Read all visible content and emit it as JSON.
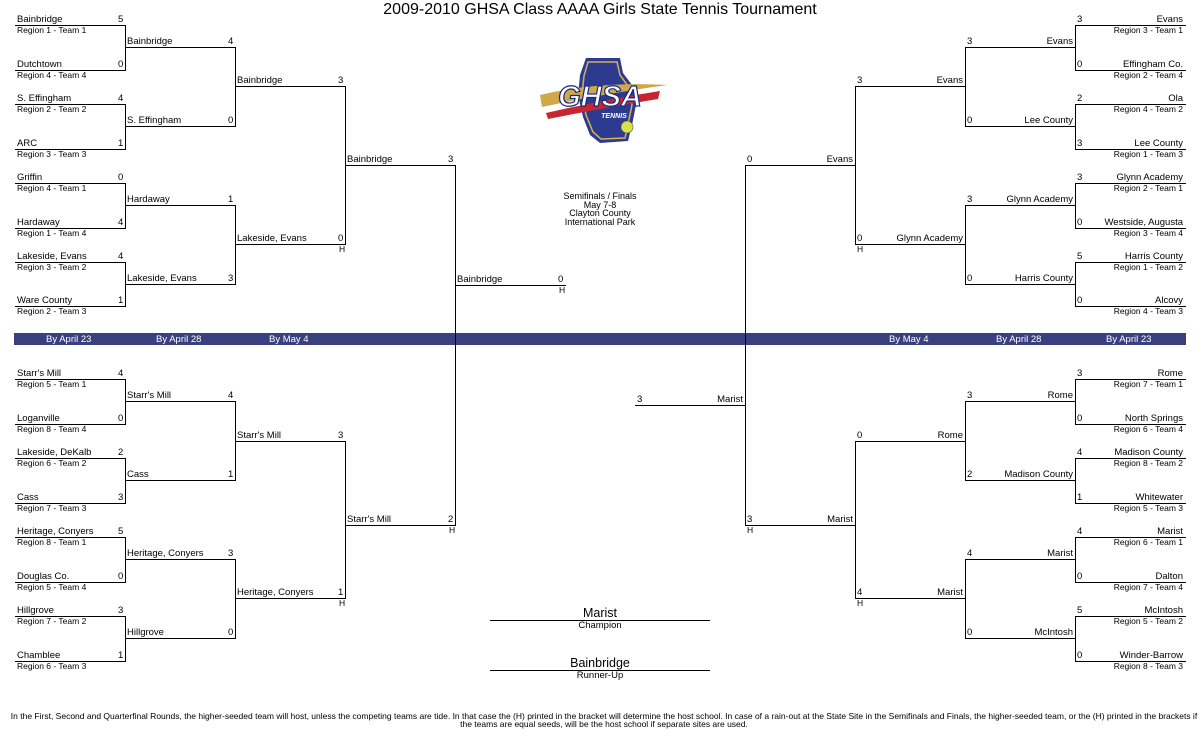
{
  "title": "2009-2010 GHSA Class AAAA Girls State Tennis Tournament",
  "logo": {
    "text": "GHSA",
    "subtext": "TENNIS"
  },
  "rounds": [
    "By April 23",
    "By April 28",
    "By May 4",
    "By May 4",
    "By April 28",
    "By April 23"
  ],
  "finals_info": [
    "Semifinals / Finals",
    "May 7-8",
    "Clayton County",
    "International Park"
  ],
  "first_round": {
    "left_top": [
      {
        "team": "Bainbridge",
        "region": "Region 1 - Team 1",
        "score": "5"
      },
      {
        "team": "Dutchtown",
        "region": "Region 4 - Team 4",
        "score": "0"
      },
      {
        "team": "S. Effingham",
        "region": "Region 2 - Team 2",
        "score": "4"
      },
      {
        "team": "ARC",
        "region": "Region 3 - Team 3",
        "score": "1"
      },
      {
        "team": "Griffin",
        "region": "Region 4 - Team 1",
        "score": "0"
      },
      {
        "team": "Hardaway",
        "region": "Region 1 - Team 4",
        "score": "4"
      },
      {
        "team": "Lakeside, Evans",
        "region": "Region 3 - Team 2",
        "score": "4"
      },
      {
        "team": "Ware County",
        "region": "Region 2 - Team 3",
        "score": "1"
      }
    ],
    "left_bottom": [
      {
        "team": "Starr's Mill",
        "region": "Region 5 - Team 1",
        "score": "4"
      },
      {
        "team": "Loganville",
        "region": "Region 8 - Team 4",
        "score": "0"
      },
      {
        "team": "Lakeside, DeKalb",
        "region": "Region 6 - Team 2",
        "score": "2"
      },
      {
        "team": "Cass",
        "region": "Region 7 - Team 3",
        "score": "3"
      },
      {
        "team": "Heritage, Conyers",
        "region": "Region 8 - Team 1",
        "score": "5"
      },
      {
        "team": "Douglas Co.",
        "region": "Region 5 - Team 4",
        "score": "0"
      },
      {
        "team": "Hillgrove",
        "region": "Region 7 - Team 2",
        "score": "3"
      },
      {
        "team": "Chamblee",
        "region": "Region 6 - Team 3",
        "score": "1"
      }
    ],
    "right_top": [
      {
        "team": "Evans",
        "region": "Region 3 - Team 1",
        "score": "3"
      },
      {
        "team": "Effingham Co.",
        "region": "Region 2 - Team 4",
        "score": "0"
      },
      {
        "team": "Ola",
        "region": "Region 4 - Team 2",
        "score": "2"
      },
      {
        "team": "Lee County",
        "region": "Region 1 - Team 3",
        "score": "3"
      },
      {
        "team": "Glynn Academy",
        "region": "Region 2 - Team 1",
        "score": "3"
      },
      {
        "team": "Westside, Augusta",
        "region": "Region 3 - Team 4",
        "score": "0"
      },
      {
        "team": "Harris County",
        "region": "Region 1 - Team 2",
        "score": "5"
      },
      {
        "team": "Alcovy",
        "region": "Region 4 - Team 3",
        "score": "0"
      }
    ],
    "right_bottom": [
      {
        "team": "Rome",
        "region": "Region 7 - Team 1",
        "score": "3"
      },
      {
        "team": "North Springs",
        "region": "Region 6 - Team 4",
        "score": "0"
      },
      {
        "team": "Madison County",
        "region": "Region 8 - Team 2",
        "score": "4"
      },
      {
        "team": "Whitewater",
        "region": "Region 5 - Team 3",
        "score": "1"
      },
      {
        "team": "Marist",
        "region": "Region 6 - Team 1",
        "score": "4"
      },
      {
        "team": "Dalton",
        "region": "Region 7 - Team 4",
        "score": "0"
      },
      {
        "team": "McIntosh",
        "region": "Region 5 - Team 2",
        "score": "5"
      },
      {
        "team": "Winder-Barrow",
        "region": "Region 8 - Team 3",
        "score": "0"
      }
    ]
  },
  "second_round": {
    "left": [
      {
        "team": "Bainbridge",
        "score": "4"
      },
      {
        "team": "S. Effingham",
        "score": "0"
      },
      {
        "team": "Hardaway",
        "score": "1"
      },
      {
        "team": "Lakeside, Evans",
        "score": "3"
      },
      {
        "team": "Starr's Mill",
        "score": "4"
      },
      {
        "team": "Cass",
        "score": "1"
      },
      {
        "team": "Heritage, Conyers",
        "score": "3"
      },
      {
        "team": "Hillgrove",
        "score": "0"
      }
    ],
    "right": [
      {
        "team": "Evans",
        "score": "3"
      },
      {
        "team": "Lee County",
        "score": "0"
      },
      {
        "team": "Glynn Academy",
        "score": "3"
      },
      {
        "team": "Harris County",
        "score": "0"
      },
      {
        "team": "Rome",
        "score": "3"
      },
      {
        "team": "Madison County",
        "score": "2"
      },
      {
        "team": "Marist",
        "score": "4"
      },
      {
        "team": "McIntosh",
        "score": "0"
      }
    ]
  },
  "quarterfinals": {
    "left": [
      {
        "team": "Bainbridge",
        "score": "3",
        "host": ""
      },
      {
        "team": "Lakeside, Evans",
        "score": "0",
        "host": "H"
      },
      {
        "team": "Starr's Mill",
        "score": "3",
        "host": ""
      },
      {
        "team": "Heritage, Conyers",
        "score": "1",
        "host": "H"
      }
    ],
    "right": [
      {
        "team": "Evans",
        "score": "3",
        "host": ""
      },
      {
        "team": "Glynn Academy",
        "score": "0",
        "host": "H"
      },
      {
        "team": "Rome",
        "score": "0",
        "host": ""
      },
      {
        "team": "Marist",
        "score": "4",
        "host": "H"
      }
    ]
  },
  "semifinals": {
    "left": [
      {
        "team": "Bainbridge",
        "score": "3",
        "host": ""
      },
      {
        "team": "Starr's Mill",
        "score": "2",
        "host": "H"
      }
    ],
    "right": [
      {
        "team": "Evans",
        "score": "0",
        "host": ""
      },
      {
        "team": "Marist",
        "score": "3",
        "host": "H"
      }
    ]
  },
  "finals": {
    "left": {
      "team": "Bainbridge",
      "score": "0",
      "host": "H"
    },
    "right": {
      "team": "Marist",
      "score": "3",
      "host": ""
    }
  },
  "champion": {
    "team": "Marist",
    "label": "Champion"
  },
  "runner_up": {
    "team": "Bainbridge",
    "label": "Runner-Up"
  },
  "footer": "In the First, Second and Quarterfinal Rounds, the higher-seeded team will host, unless the competing teams are tide.  In that case the (H) printed in the bracket will determine the host school.  In case of a rain-out at the State Site in the Semifinals and Finals, the higher-seeded team, or the (H) printed in the brackets if the teams are equal seeds, will be the host school if separate sites are used."
}
